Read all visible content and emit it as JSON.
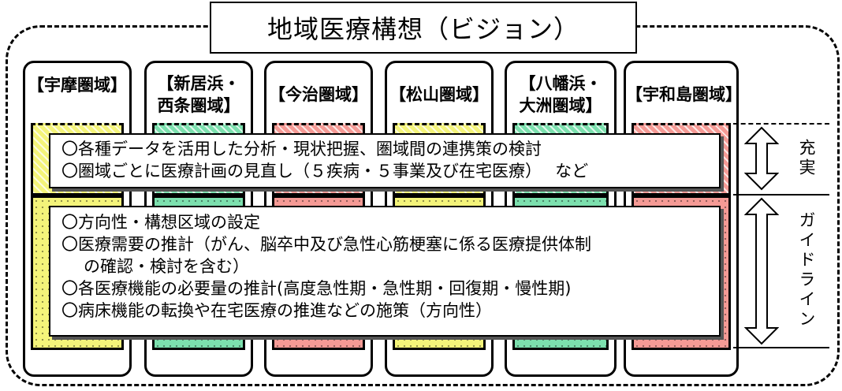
{
  "title": "地域医療構想（ビジョン）",
  "regions": [
    {
      "label": "【宇摩圏域】",
      "color": "#f4f47a"
    },
    {
      "label": "【新居浜・\n西条圏域】",
      "color": "#7ce0ae"
    },
    {
      "label": "【今治圏域】",
      "color": "#f59a95"
    },
    {
      "label": "【松山圏域】",
      "color": "#f4f47a"
    },
    {
      "label": "【八幡浜・\n大洲圏域】",
      "color": "#7ce0ae"
    },
    {
      "label": "【宇和島圏域】",
      "color": "#f59a95"
    }
  ],
  "enhancement_items": [
    "〇各種データを活用した分析・現状把握、圏域間の連携策の検討",
    "〇圏域ごとに医療計画の見直し（５疾病・５事業及び在宅医療）　 など"
  ],
  "guideline_items": [
    "〇方向性・構想区域の設定",
    "〇医療需要の推計（がん、脳卒中及び急性心筋梗塞に係る医療提供体制",
    "の確認・検討を含む）",
    "〇各医療機能の必要量の推計(高度急性期・急性期・回復期・慢性期)",
    "〇病床機能の転換や在宅医療の推進などの施策（方向性）"
  ],
  "side_labels": {
    "enhancement": "充実",
    "guideline": "ガイドライン"
  },
  "icons": {
    "enhancement_arrow": "double-headed-arrow-icon",
    "guideline_arrow": "double-headed-arrow-icon"
  }
}
